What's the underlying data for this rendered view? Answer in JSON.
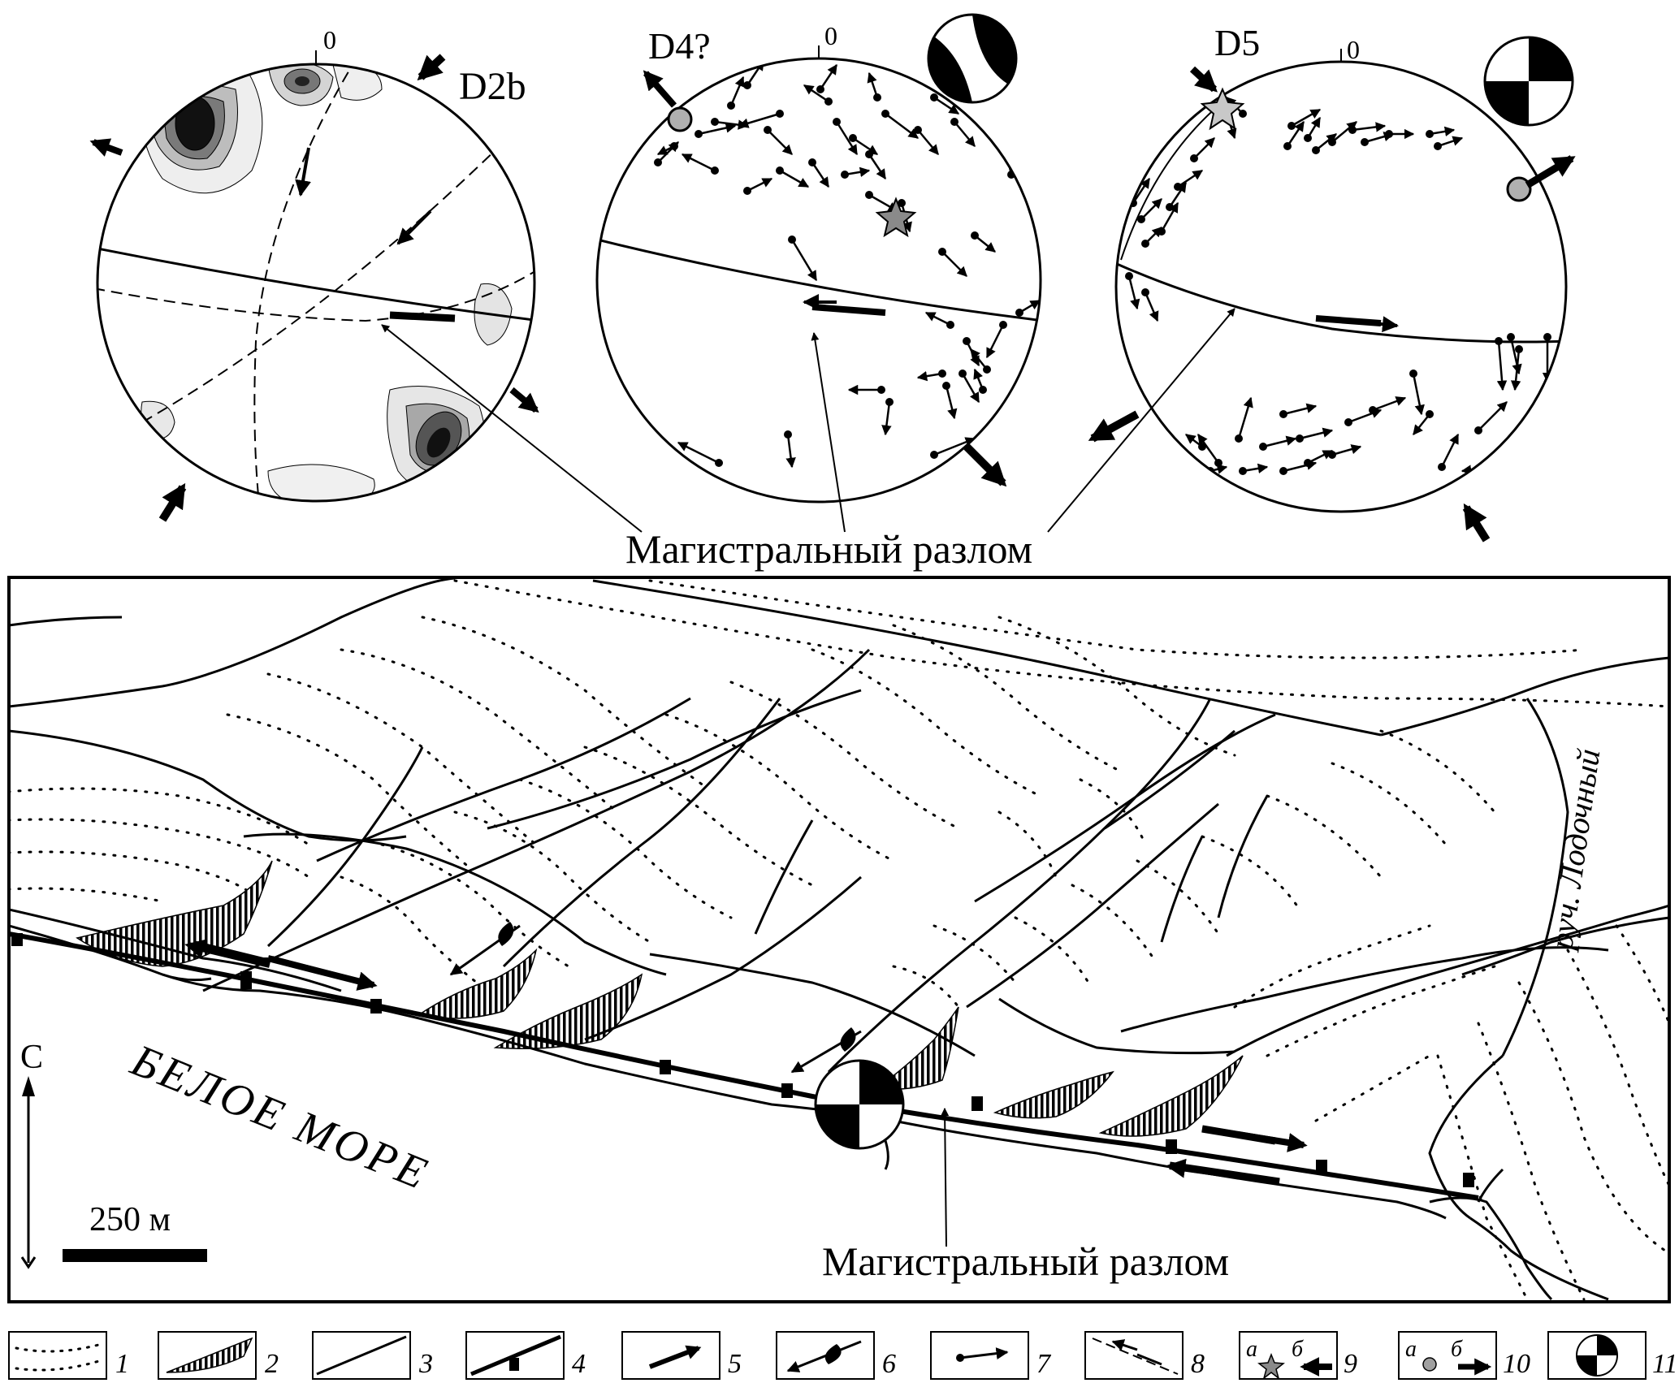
{
  "stereonets": [
    {
      "zero_label": "0",
      "phase_label": "D2b"
    },
    {
      "zero_label": "0",
      "phase_label": "D4?"
    },
    {
      "zero_label": "0",
      "phase_label": "D5"
    }
  ],
  "top_caption": "Магистральный разлом",
  "map": {
    "sea_label": "БЕЛОЕ МОРЕ",
    "stream_label": "руч. Лодочный",
    "north_label": "С",
    "scale_label": "250 м",
    "fault_caption": "Магистральный разлом"
  },
  "legend": {
    "items": [
      {
        "number": "1"
      },
      {
        "number": "2"
      },
      {
        "number": "3"
      },
      {
        "number": "4"
      },
      {
        "number": "5"
      },
      {
        "number": "6"
      },
      {
        "number": "7"
      },
      {
        "number": "8"
      },
      {
        "number": "9",
        "sub_a": "а",
        "sub_b": "б"
      },
      {
        "number": "10",
        "sub_a": "а",
        "sub_b": "б"
      },
      {
        "number": "11"
      }
    ]
  },
  "colors": {
    "ink": "#000000",
    "contour_grey": "#9a9a9a",
    "light_fill": "#e6e6e6"
  }
}
